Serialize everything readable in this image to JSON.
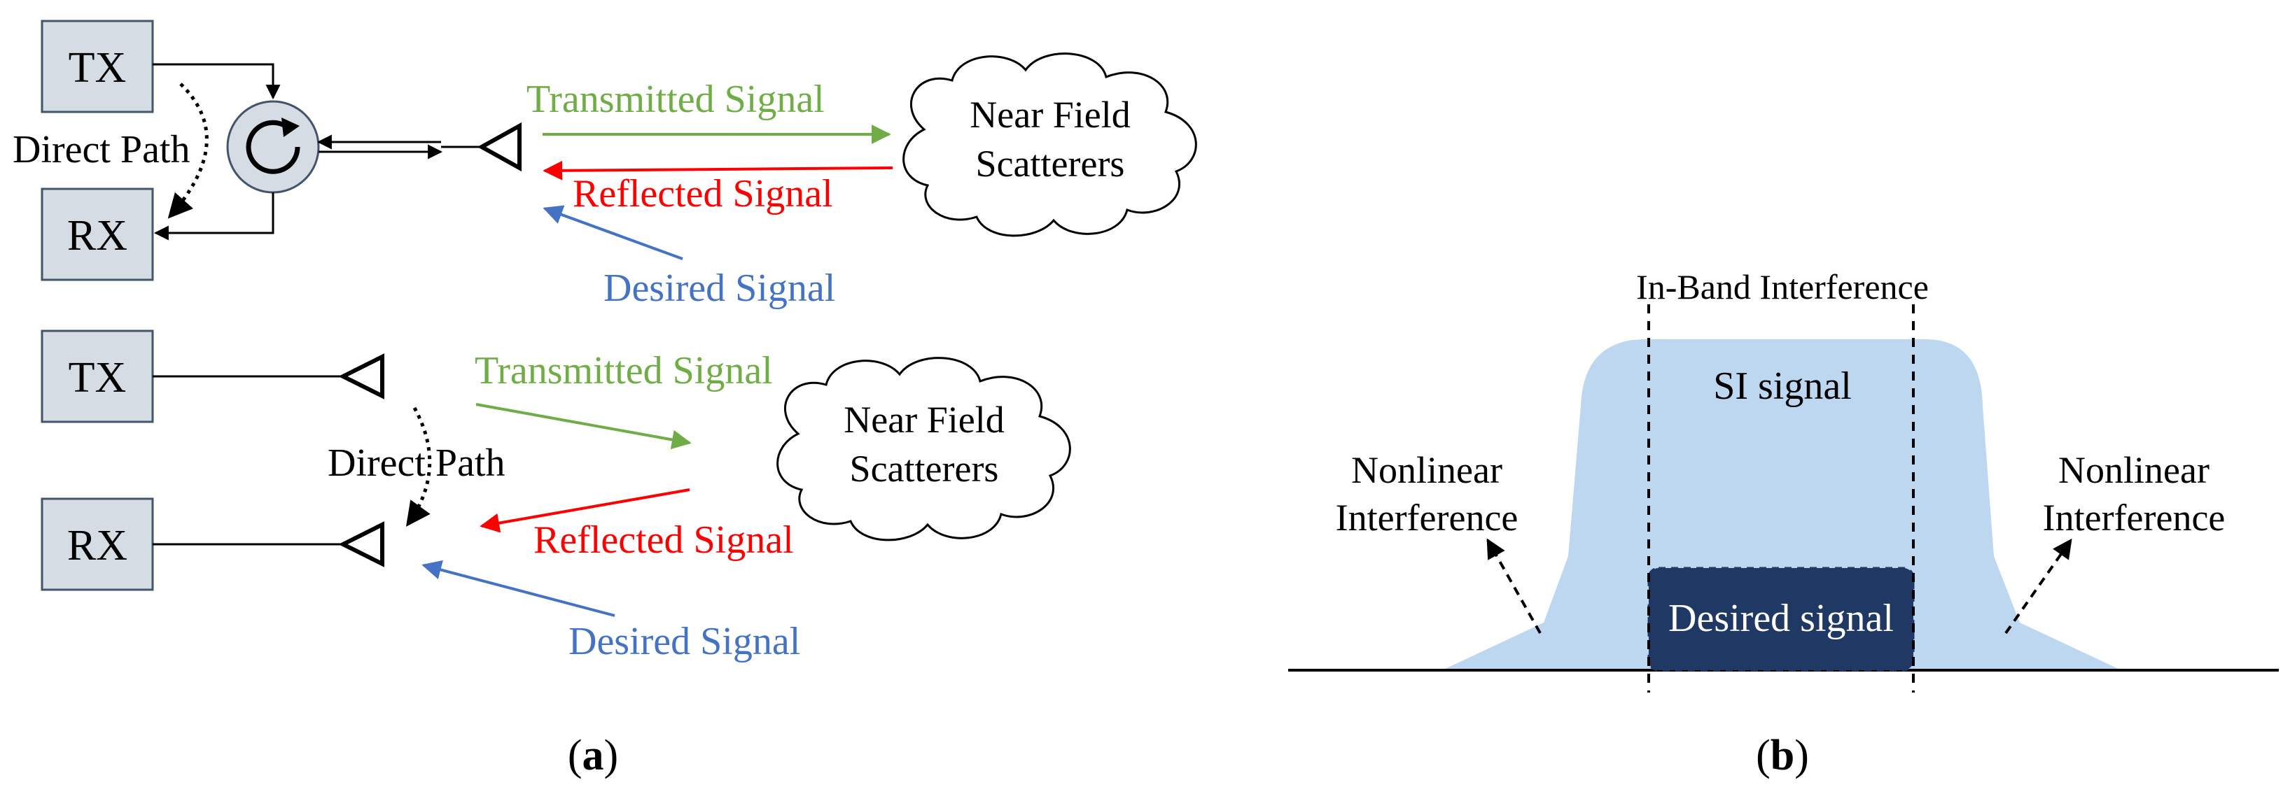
{
  "panel_a": {
    "top": {
      "tx_label": "TX",
      "rx_label": "RX",
      "direct_path": "Direct Path",
      "transmitted": "Transmitted Signal",
      "reflected": "Reflected Signal",
      "desired": "Desired Signal",
      "scatterers_line1": "Near Field",
      "scatterers_line2": "Scatterers"
    },
    "bottom": {
      "tx_label": "TX",
      "rx_label": "RX",
      "direct_path": "Direct Path",
      "transmitted": "Transmitted Signal",
      "reflected": "Reflected Signal",
      "desired": "Desired Signal",
      "scatterers_line1": "Near Field",
      "scatterers_line2": "Scatterers"
    },
    "caption": "a"
  },
  "panel_b": {
    "in_band": "In-Band Interference",
    "si_signal": "SI signal",
    "desired_signal": "Desired signal",
    "nonlinear_left_line1": "Nonlinear",
    "nonlinear_left_line2": "Interference",
    "nonlinear_right_line1": "Nonlinear",
    "nonlinear_right_line2": "Interference",
    "caption": "b"
  },
  "colors": {
    "transmitted": "#70ad47",
    "reflected": "#ff0000",
    "desired": "#4472c4",
    "box_fill": "#d6dce4",
    "si_fill": "#bdd7f0",
    "desired_fill": "#1f3864"
  }
}
